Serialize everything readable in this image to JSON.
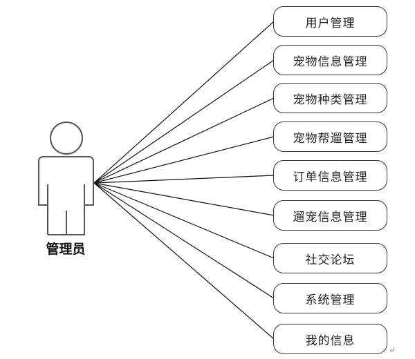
{
  "actor": {
    "label": "管理员"
  },
  "use_cases": [
    {
      "label": "用户管理"
    },
    {
      "label": "宠物信息管理"
    },
    {
      "label": "宠物种类管理"
    },
    {
      "label": "宠物帮遛管理"
    },
    {
      "label": "订单信息管理"
    },
    {
      "label": "遛宠信息管理"
    },
    {
      "label": "社交论坛"
    },
    {
      "label": "系统管理"
    },
    {
      "label": "我的信息"
    }
  ],
  "return_mark": "↵"
}
